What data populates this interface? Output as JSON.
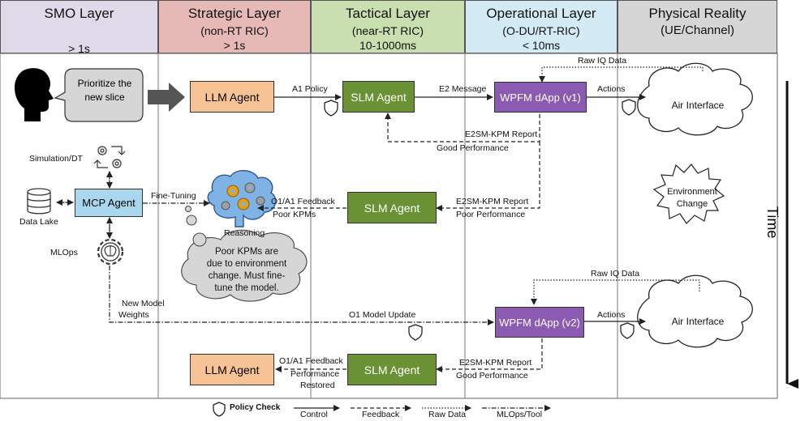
{
  "layers": [
    {
      "name": "SMO Layer",
      "sub": "",
      "time": "> 1s",
      "color": "#e0d9ea"
    },
    {
      "name": "Strategic Layer",
      "sub": "(non-RT RIC)",
      "time": "> 1s",
      "color": "#e7b9b6"
    },
    {
      "name": "Tactical Layer",
      "sub": "(near-RT RIC)",
      "time": "10-1000ms",
      "color": "#cadfb0"
    },
    {
      "name": "Operational Layer",
      "sub": "(O-DU/RT-RIC)",
      "time": "< 10ms",
      "color": "#d4ebf5"
    },
    {
      "name": "Physical Reality",
      "sub": "(UE/Channel)",
      "time": "",
      "color": "#d6d6d6"
    }
  ],
  "time_label": "Time",
  "nodes": {
    "speech": "Prioritize the new slice",
    "llm1": "LLM Agent",
    "slm1": "SLM Agent",
    "dapp1": "WPFM dApp (v1)",
    "air1": "Air Interface",
    "sim": "Simulation/DT",
    "datalake": "Data Lake",
    "mcp": "MCP Agent",
    "mlops": "MLOps",
    "reasoning": "Reasoning",
    "thought": "Poor KPMs are due to environment change. Must fine-tune the model.",
    "slm2": "SLM Agent",
    "env": "Environment Change",
    "dapp2": "WPFM dApp (v2)",
    "air2": "Air Interface",
    "llm2": "LLM Agent",
    "slm3": "SLM Agent"
  },
  "edges": {
    "a1_policy": "A1 Policy",
    "e2_message": "E2 Message",
    "actions1": "Actions",
    "raw_iq1": "Raw IQ Data",
    "e2sm_report1": "E2SM-KPM Report",
    "good_perf1": "Good Performance",
    "fine_tuning": "Fine-Tuning",
    "o1a1_feedback1": "O1/A1 Feedback",
    "poor_kpms": "Poor KPMs",
    "e2sm_report2": "E2SM-KPM Report",
    "poor_perf": "Poor Performance",
    "raw_iq2": "Raw IQ Data",
    "new_model": "New Model",
    "weights": "Weights",
    "o1_update": "O1 Model Update",
    "actions2": "Actions",
    "o1a1_feedback2": "O1/A1 Feedback",
    "performance": "Performance",
    "restored": "Restored",
    "e2sm_report3": "E2SM-KPM Report",
    "good_perf2": "Good Performance"
  },
  "legend": {
    "policy_check": "Policy Check",
    "control": "Control",
    "feedback": "Feedback",
    "raw_data": "Raw Data",
    "mlops_tool": "MLOps/Tool"
  },
  "colors": {
    "llm": "#f8c394",
    "slm": "#6a9133",
    "dapp": "#8a5bb0",
    "mcp": "#a9d7ee",
    "cloud": "#d4d4d4"
  }
}
